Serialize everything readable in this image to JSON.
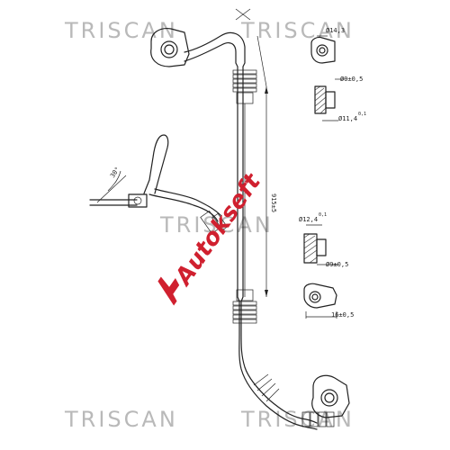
{
  "watermarks": {
    "top_left": "TRISCAN",
    "top_right": "TRISCAN",
    "middle": "TRISCAN",
    "bottom_left": "TRISCAN",
    "bottom_right": "TRISCAN"
  },
  "overlay_logo": {
    "text": "Autokseft",
    "color": "#d0202f",
    "accent_color": "#555555"
  },
  "dimensions": {
    "top_fitting_bore": "Ø14,3",
    "top_section_outer": "Ø9±0,5",
    "top_section_inner": "Ø11,4",
    "top_section_inner_tol": "0,1",
    "total_length": "915±5",
    "left_angle": "30°",
    "bottom_section_inner": "Ø12,4",
    "bottom_section_inner_tol": "0,1",
    "bottom_section_outer": "Ø9±0,5",
    "bottom_fitting_width": "16±0,5"
  }
}
